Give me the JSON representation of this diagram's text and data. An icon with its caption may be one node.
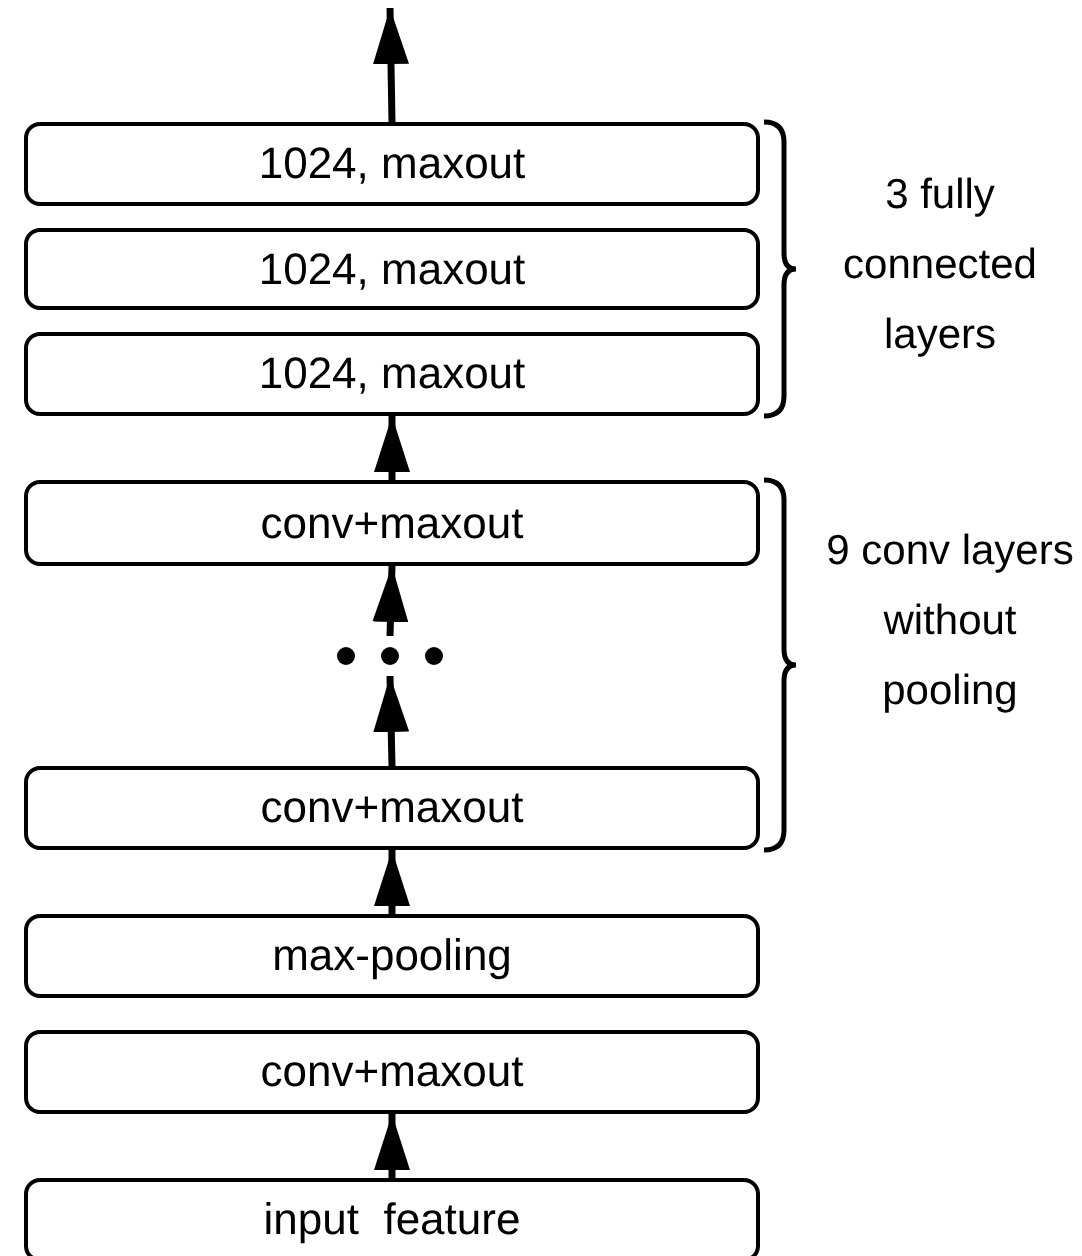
{
  "diagram": {
    "nodes": [
      {
        "text": [
          "1024, maxout"
        ]
      },
      {
        "text": [
          "1024, maxout"
        ]
      },
      {
        "text": [
          "1024, maxout"
        ]
      },
      {
        "text": [
          "conv+maxout"
        ]
      },
      {
        "text": [],
        "shape": "dots"
      },
      {
        "text": [
          "conv+maxout"
        ]
      },
      {
        "text": [
          "max-pooling"
        ]
      },
      {
        "text": [
          "conv+maxout"
        ]
      },
      {
        "text": [
          "input  feature"
        ]
      }
    ],
    "edges": [
      {
        "from": 0,
        "to": null,
        "arrow": "to"
      },
      {
        "from": 3,
        "to": 2,
        "arrow": "to"
      },
      {
        "from": 4,
        "to": 3,
        "arrow": "to"
      },
      {
        "from": 5,
        "to": 4,
        "arrow": "to"
      },
      {
        "from": 6,
        "to": 5,
        "arrow": "to"
      },
      {
        "from": 8,
        "to": 7,
        "arrow": "to"
      }
    ],
    "labels": [
      "3 fully connected layers",
      "9 conv layers without pooling"
    ]
  }
}
